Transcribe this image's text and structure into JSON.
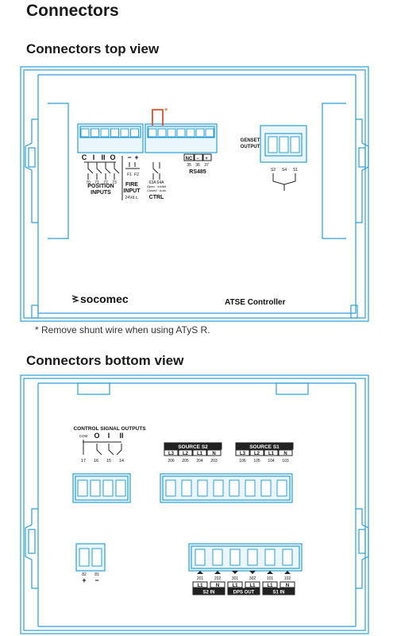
{
  "heading": "Connectors",
  "top_view": {
    "title": "Connectors top view",
    "asterisk": "*",
    "position_inputs": {
      "symbols": [
        "C",
        "I",
        "II",
        "O"
      ],
      "terminals": [
        "70",
        "71",
        "72",
        "73"
      ],
      "label_line1": "POSITION",
      "label_line2": "INPUTS"
    },
    "fire_input": {
      "polarity": [
        "−",
        "+"
      ],
      "terminals": [
        "F1",
        "F2"
      ],
      "label_line1": "FIRE",
      "label_line2": "INPUT",
      "voltage": "24Vd.c."
    },
    "ctrl": {
      "terminals": [
        "63A",
        "64A"
      ],
      "note_line1": "Open · Inhibit",
      "note_line2": "Closed · Auto",
      "label": "CTRL"
    },
    "rs485": {
      "symbols": [
        "NC",
        "−",
        "+"
      ],
      "terminals": [
        "35",
        "36",
        "37"
      ],
      "label": "RS485"
    },
    "genset": {
      "label_line1": "GENSET",
      "label_line2": "OUTPUT",
      "terminals": [
        "S2",
        "S4",
        "S1"
      ]
    },
    "brand": "socomec",
    "product": "ATSE Controller"
  },
  "footnote": "* Remove shunt wire when using ATyS R.",
  "bottom_view": {
    "title": "Connectors bottom view",
    "control_signal_outputs": {
      "label": "CONTROL SIGNAL OUTPUTS",
      "com": "COM",
      "symbols": [
        "O",
        "I",
        "II"
      ],
      "terminals": [
        "17",
        "16",
        "15",
        "14"
      ]
    },
    "source_s2": {
      "label": "SOURCE S2",
      "phases": [
        "L3",
        "L2",
        "L1",
        "N"
      ],
      "terminals": [
        "206",
        "205",
        "204",
        "203"
      ]
    },
    "source_s1": {
      "label": "SOURCE S1",
      "phases": [
        "L3",
        "L2",
        "L1",
        "N"
      ],
      "terminals": [
        "106",
        "105",
        "104",
        "103"
      ]
    },
    "power_supply": {
      "terminals": [
        "82",
        "81"
      ],
      "polarity": [
        "+",
        "−"
      ]
    },
    "inputs": {
      "terminals": [
        "201",
        "202",
        "301",
        "302",
        "101",
        "102"
      ],
      "pairs": [
        {
          "phases": [
            "L1",
            "N"
          ],
          "label": "S2 IN"
        },
        {
          "phases": [
            "L1",
            "L1"
          ],
          "label": "DPS OUT"
        },
        {
          "phases": [
            "L1",
            "N"
          ],
          "label": "S1 IN"
        }
      ]
    }
  }
}
